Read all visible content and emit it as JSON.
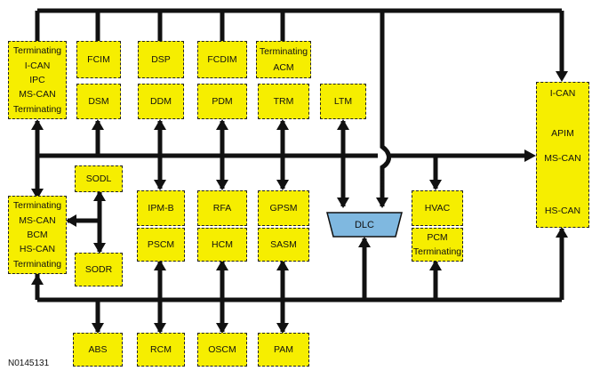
{
  "modules": {
    "fcim": "FCIM",
    "dsp": "DSP",
    "fcdim": "FCDIM",
    "acm_top": "Terminating",
    "acm": "ACM",
    "dsm": "DSM",
    "ddm": "DDM",
    "pdm": "PDM",
    "trm": "TRM",
    "ltm": "LTM",
    "sodl": "SODL",
    "sodr": "SODR",
    "ipmb": "IPM-B",
    "rfa": "RFA",
    "gpsm": "GPSM",
    "pscm": "PSCM",
    "hcm": "HCM",
    "sasm": "SASM",
    "hvac": "HVAC",
    "pcm": "PCM",
    "pcm_term": "Terminating",
    "abs": "ABS",
    "rcm": "RCM",
    "oscm": "OSCM",
    "pam": "PAM"
  },
  "ipc_block": [
    "Terminating",
    "I-CAN",
    "IPC",
    "MS-CAN",
    "Terminating"
  ],
  "bcm_block": [
    "Terminating",
    "MS-CAN",
    "BCM",
    "HS-CAN",
    "Terminating"
  ],
  "apim_block": [
    "I-CAN",
    "APIM",
    "MS-CAN",
    "HS-CAN"
  ],
  "dlc": "DLC",
  "figure_id": "N0145131",
  "colors": {
    "module_fill": "#f6ee00",
    "dlc_fill": "#7fb8e0",
    "wire": "#111111"
  }
}
